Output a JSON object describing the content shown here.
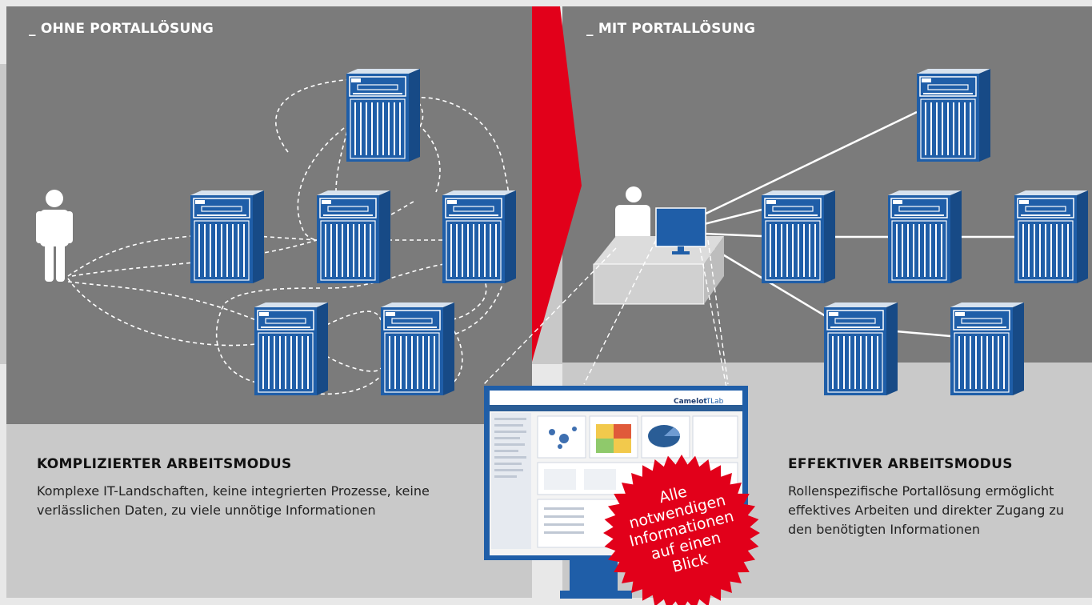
{
  "left_panel": {
    "title": "_ OHNE PORTALLÖSUNG",
    "heading": "KOMPLIZIERTER ARBEITSMODUS",
    "text": "Komplexe IT-Landschaften, keine integrierten Prozesse, keine verlässlichen Daten, zu viele unnötige Informationen"
  },
  "right_panel": {
    "title": "_ MIT PORTALLÖSUNG",
    "heading": "EFFEKTIVER ARBEITSMODUS",
    "text": "Rollenspezifische Portallösung ermöglicht effektives Arbeiten und direkter Zugang zu den benötigten Informationen"
  },
  "badge": {
    "lines": [
      "Alle",
      "notwendigen",
      "Informationen",
      "auf einen",
      "Blick"
    ]
  },
  "colors": {
    "panel": "#7b7b7b",
    "band": "#c8c8c8",
    "arrow": "#e2001a",
    "server": "#1f5ea8",
    "monitor": "#1f5ea8"
  },
  "icons": [
    "person-icon",
    "server-icon",
    "monitor-icon",
    "desk-icon",
    "arrow-icon",
    "star-badge-icon"
  ]
}
